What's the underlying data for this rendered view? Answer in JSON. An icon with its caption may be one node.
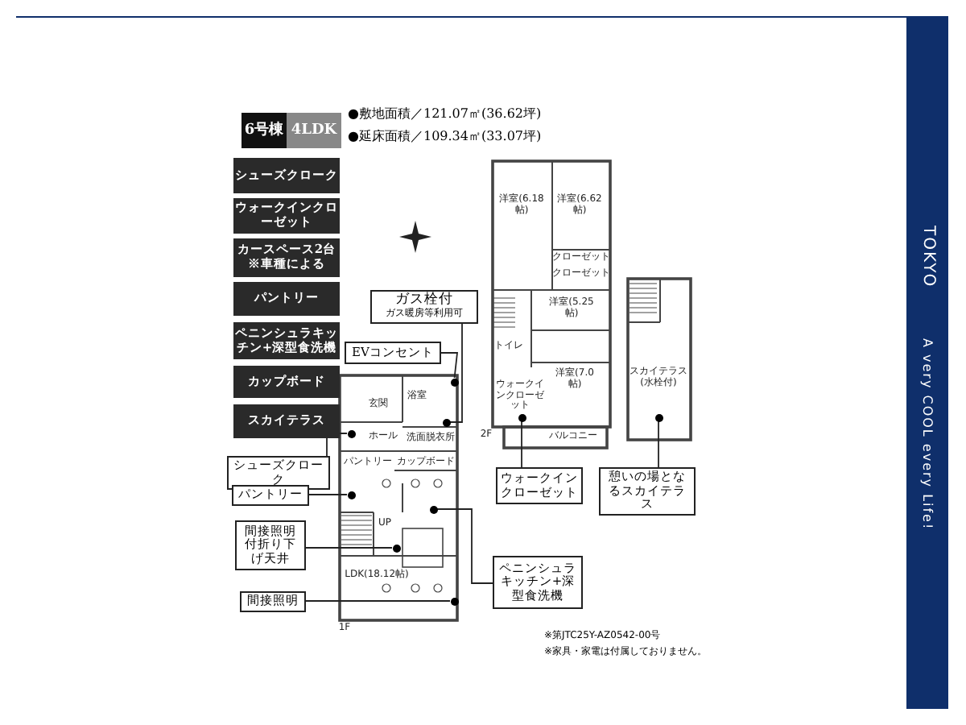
{
  "diagram": {
    "nodes": [
      {
        "text": [
          "ガス栓付",
          "ガス暖房等利用可"
        ]
      },
      {
        "text": [
          "EVコンセント"
        ]
      },
      {
        "text": [
          "シューズクローク"
        ]
      },
      {
        "text": [
          "パントリー"
        ]
      },
      {
        "text": [
          "間接照明付折り下げ天井"
        ]
      },
      {
        "text": [
          "間接照明"
        ]
      },
      {
        "text": [
          "ペニンシュラキッチン+深型食洗機"
        ]
      },
      {
        "text": [
          "ウォークインクローゼット"
        ]
      },
      {
        "text": [
          "憩いの場となるスカイテラス"
        ]
      },
      {
        "text": [],
        "shape": "circle"
      },
      {
        "text": [],
        "shape": "circle"
      },
      {
        "text": [],
        "shape": "circle"
      },
      {
        "text": [],
        "shape": "circle"
      },
      {
        "text": [],
        "shape": "circle"
      },
      {
        "text": [],
        "shape": "circle"
      },
      {
        "text": [],
        "shape": "circle"
      },
      {
        "text": [],
        "shape": "circle"
      },
      {
        "text": [],
        "shape": "circle"
      }
    ],
    "edges": [
      {
        "from": 0,
        "to": 9,
        "arrow": "none"
      },
      {
        "from": 1,
        "to": 10,
        "arrow": "none"
      },
      {
        "from": 2,
        "to": 11,
        "arrow": "none"
      },
      {
        "from": 3,
        "to": 12,
        "arrow": "none"
      },
      {
        "from": 4,
        "to": 13,
        "arrow": "none"
      },
      {
        "from": 5,
        "to": 14,
        "arrow": "none"
      },
      {
        "from": 6,
        "to": 15,
        "arrow": "none"
      },
      {
        "from": 7,
        "to": 16,
        "arrow": "none"
      },
      {
        "from": 8,
        "to": 17,
        "arrow": "none"
      }
    ],
    "labels": [
      "6号棟",
      "4LDK",
      "●敷地面積／121.07㎡(36.62坪)",
      "●延床面積／109.34㎡(33.07坪)",
      "シューズクローク",
      "ウォークインクローゼット",
      "カースペース2台※車種による",
      "パントリー",
      "ペニンシュラキッチン+深型食洗機",
      "カップボード",
      "スカイテラス",
      "洋室(6.18帖)",
      "洋室(6.62帖)",
      "クローゼット",
      "クローゼット",
      "洋室(5.25帖)",
      "トイレ",
      "洋室(7.0帖)",
      "ウォークインクローゼット",
      "2F",
      "バルコニー",
      "スカイテラス(水栓付)",
      "浴室",
      "玄関",
      "ホール",
      "洗面脱衣所",
      "パントリー",
      "カップボード",
      "UP",
      "LDK(18.12帖)",
      "1F",
      "※第JTC25Y-AZ0542-00号",
      "※家具・家電は付属しておりません。",
      "TOKYO",
      "A very COOL every Life!"
    ]
  }
}
